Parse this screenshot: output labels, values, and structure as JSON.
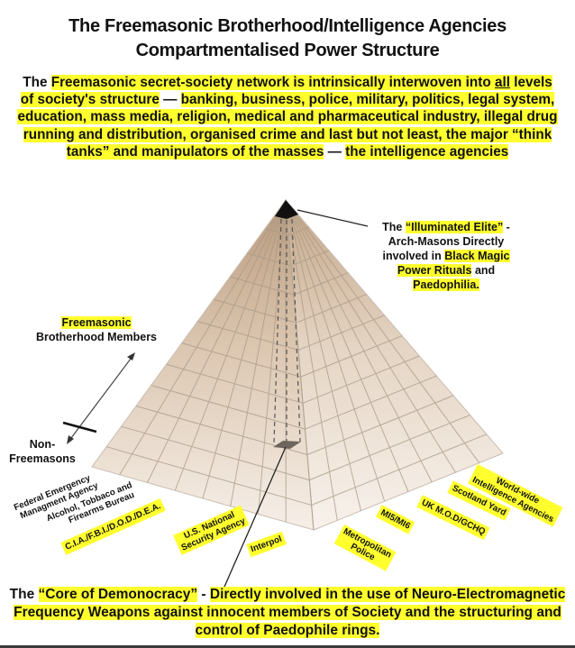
{
  "title": {
    "line1": "The Freemasonic Brotherhood/Intelligence Agencies",
    "line2": "Compartmentalised Power Structure"
  },
  "intro": {
    "p1": "The ",
    "p2": "Freemasonic secret-society network is intrinsically interwoven into ",
    "p3": "all",
    "p4": " levels of society's structure",
    "p5": " — ",
    "p6": "banking, business, police, military, politics, legal system, education, mass media, religion, medical and pharmaceutical industry, illegal drug running and distribution, organised crime and last but not least, the major “think tanks” and manipulators of the masses",
    "p7": " — ",
    "p8": "the intelligence agencies"
  },
  "elite_label": {
    "a": "The ",
    "b": "“Illuminated Elite”",
    "c": " -",
    "d": "Arch-Masons Directly",
    "e": "involved in ",
    "f": "Black Magic",
    "g": "Power Rituals",
    "h": " and",
    "i": "Paedophilia."
  },
  "members_label": {
    "line1": "Freemasonic",
    "line2": "Brotherhood Members"
  },
  "non_label": {
    "line1": "Non-",
    "line2": "Freemasons"
  },
  "agencies_left": [
    {
      "line1": "Federal Emergency",
      "line2": "Managment Agency",
      "highlight": false
    },
    {
      "line1": "Alcohol, Tobbaco and",
      "line2": "Firearms Bureau",
      "highlight": false
    },
    {
      "line1": "C.I.A./F.B.I./D.O.D./D.E.A.",
      "line2": "",
      "highlight": true
    },
    {
      "line1": "U.S. National",
      "line2": "Security Agency",
      "highlight": true
    },
    {
      "line1": "Interpol",
      "line2": "",
      "highlight": true
    }
  ],
  "agencies_right": [
    {
      "line1": "Metropolitan",
      "line2": "Police",
      "highlight": true
    },
    {
      "line1": "MI5/MI6",
      "line2": "",
      "highlight": true
    },
    {
      "line1": "UK M.O.D/GCHQ",
      "line2": "",
      "highlight": true
    },
    {
      "line1": "Scotland Yard",
      "line2": "",
      "highlight": true
    },
    {
      "line1": "World-wide",
      "line2": "Intelligence Agencies",
      "highlight": true
    }
  ],
  "bottom": {
    "a": "The ",
    "b": "“Core of Demonocracy”",
    "c": " - ",
    "d": "Directly involved in the use of Neuro-Electromagnetic Frequency Weapons against innocent members of Society and the structuring and control of Paedophile rings."
  },
  "colors": {
    "highlight": "#ffff2e",
    "pyramid_light": "#f4ece4",
    "pyramid_dark": "#c9ac8e",
    "grid": "#a89886"
  }
}
